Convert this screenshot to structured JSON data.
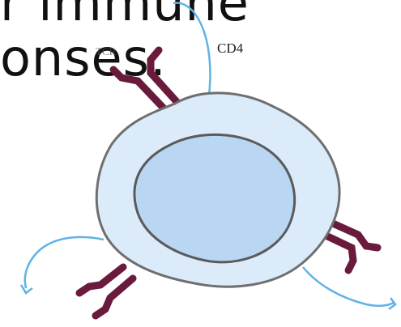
{
  "caption": {
    "line1": "r immune",
    "line2": "onses."
  },
  "diagram": {
    "labels": {
      "cd4": "CD4",
      "tcr": "TCR"
    },
    "colors": {
      "cytoplasm": "#dcebfa",
      "nucleus": "#b9d6f3",
      "membrane": "#6f6f6f",
      "receptor": "#6a1a3c",
      "cd4_loop": "#5fb3e6"
    }
  }
}
